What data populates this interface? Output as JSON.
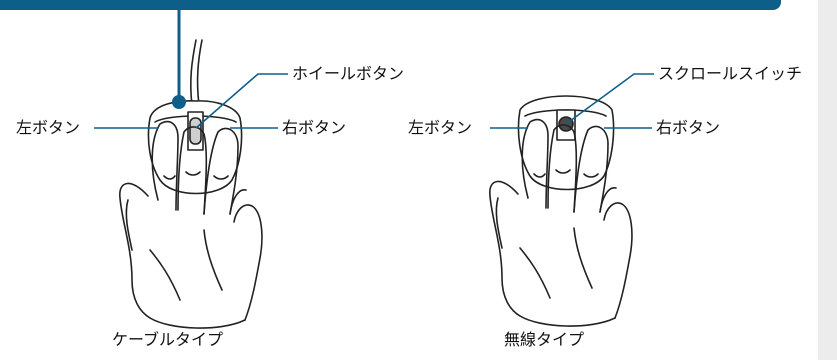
{
  "colors": {
    "accent": "#0d5f8a",
    "outline": "#222222",
    "panel": "#ececec"
  },
  "cable_mouse": {
    "left_button_label": "左ボタン",
    "right_button_label": "右ボタン",
    "wheel_button_label": "ホイールボタン",
    "caption": "ケーブルタイプ"
  },
  "wireless_mouse": {
    "left_button_label": "左ボタン",
    "right_button_label": "右ボタン",
    "scroll_switch_label": "スクロールスイッチ",
    "caption": "無線タイプ"
  }
}
